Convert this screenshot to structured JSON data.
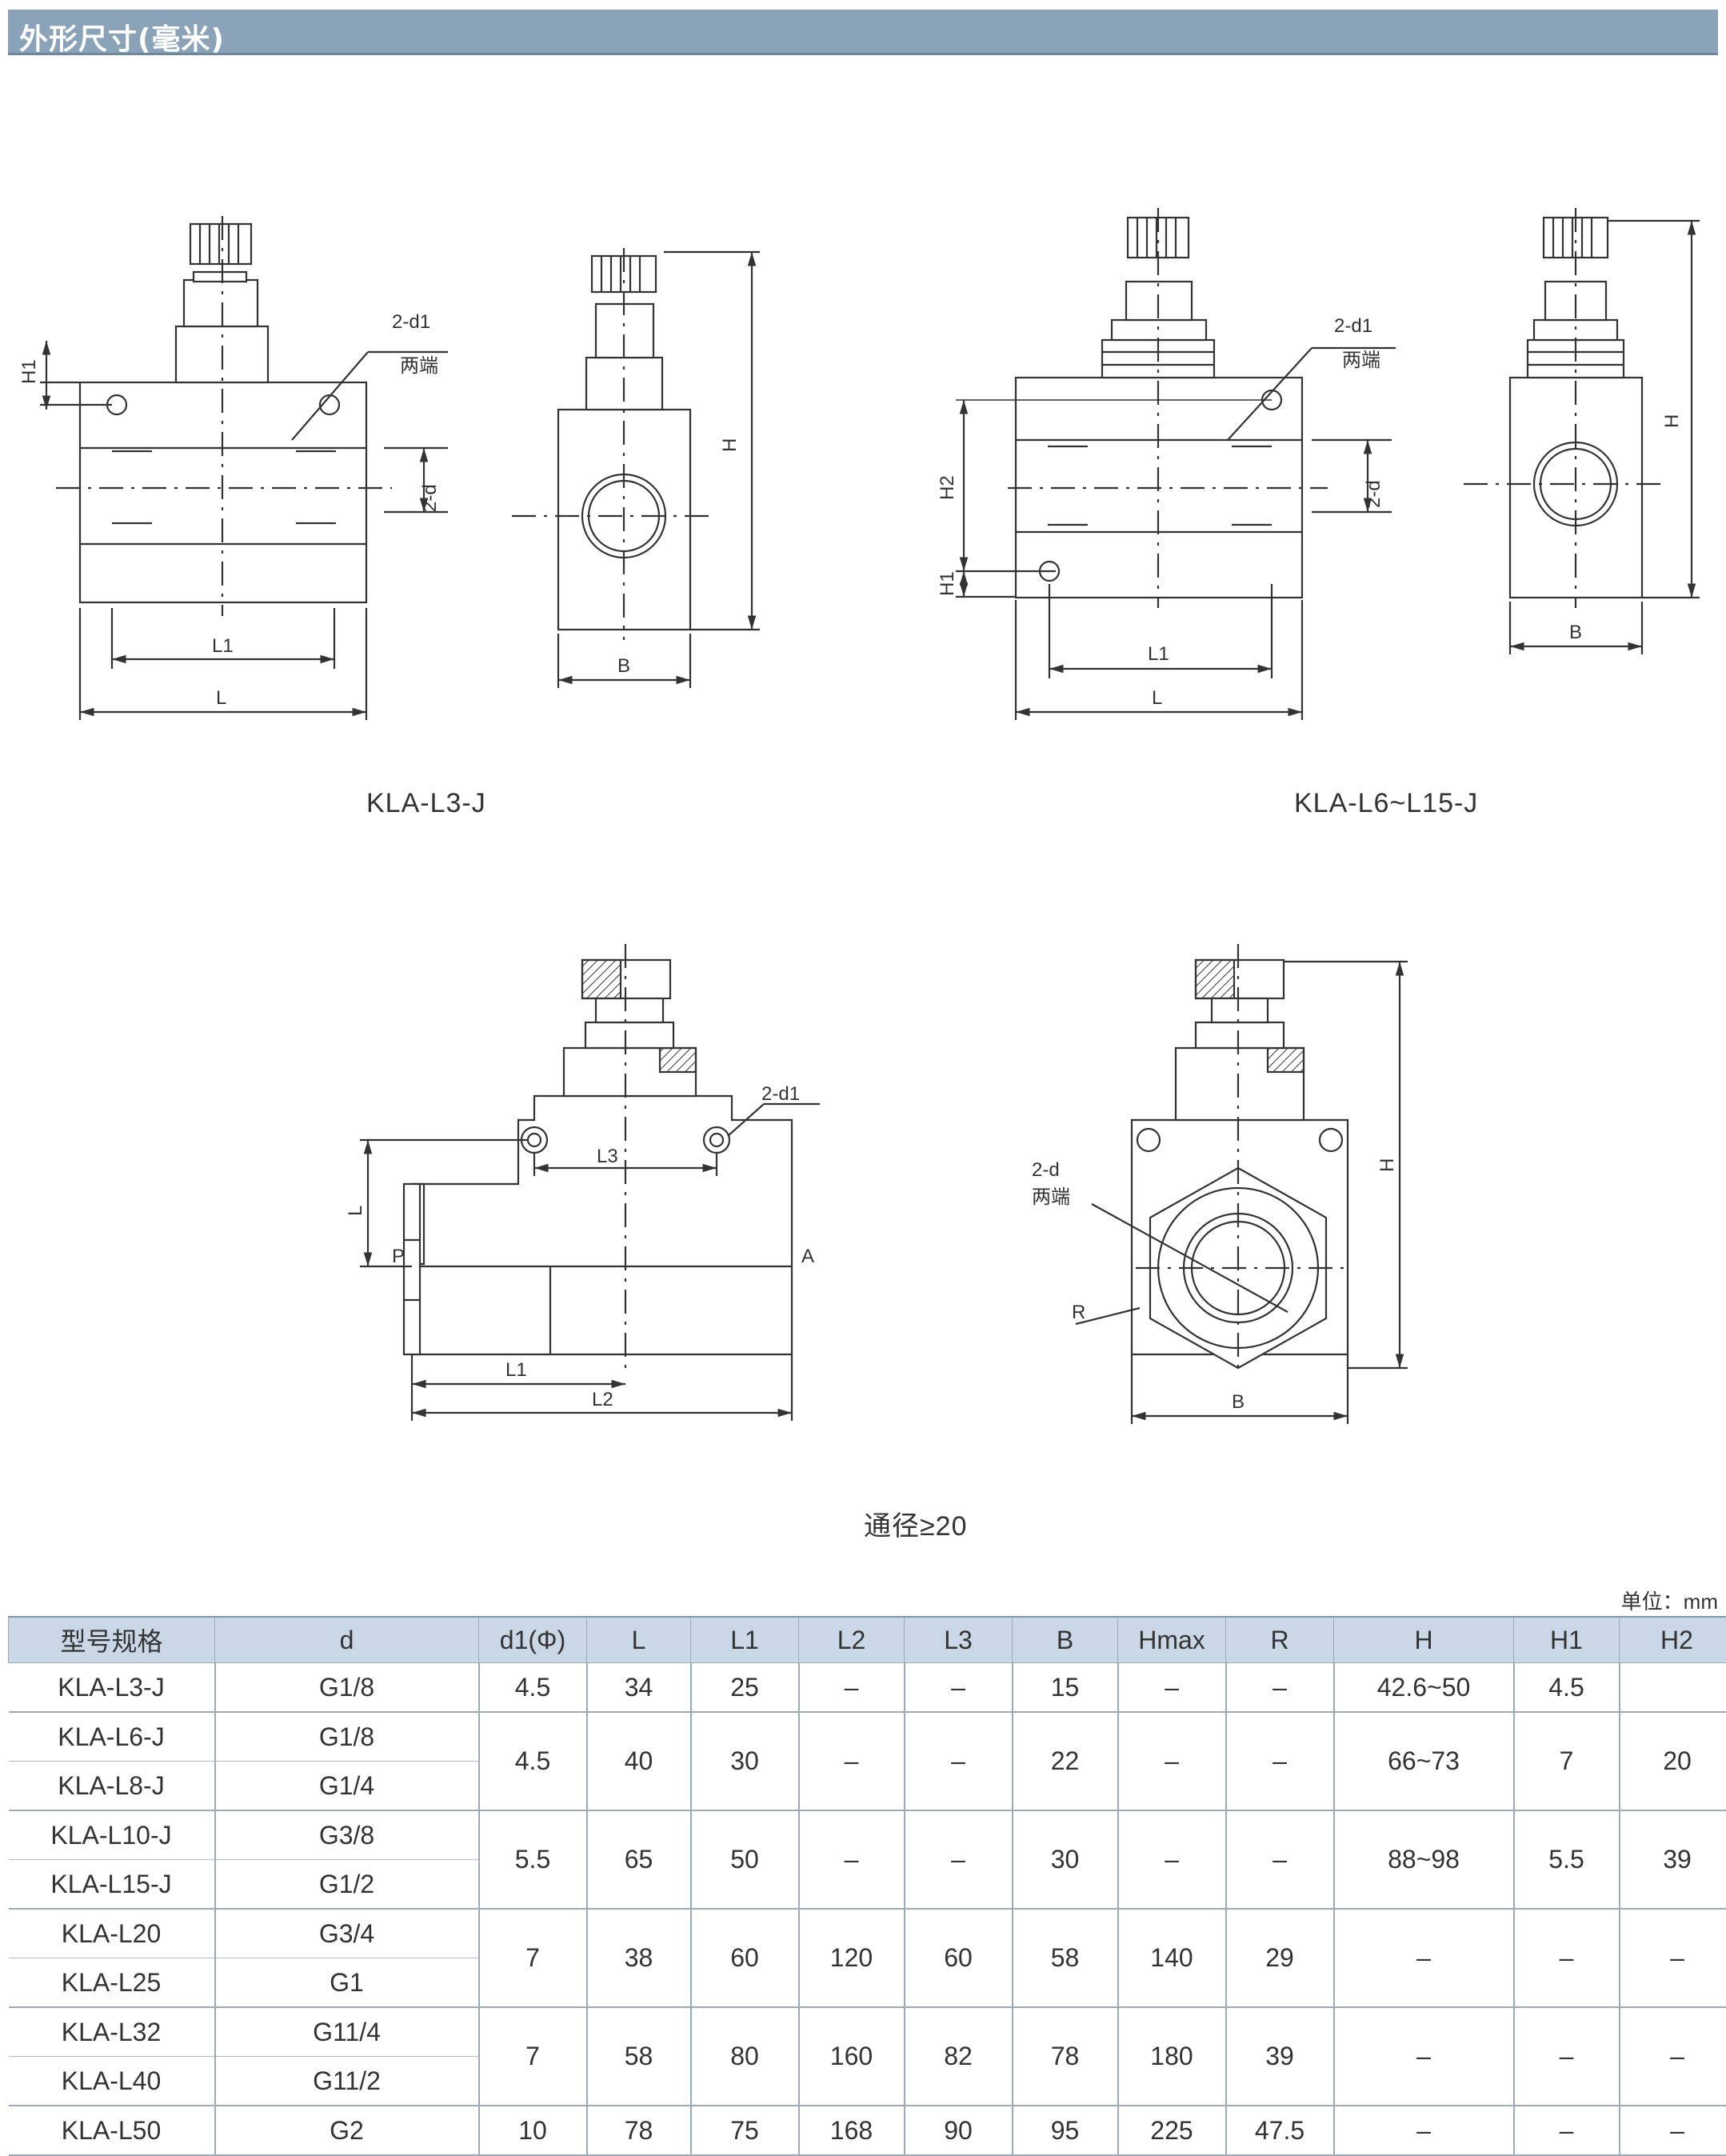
{
  "header": {
    "title": "外形尺寸(毫米)"
  },
  "captions": {
    "fig1": "KLA-L3-J",
    "fig2": "KLA-L6~L15-J",
    "fig3": "通径≥20"
  },
  "drawing_labels": {
    "H1": "H1",
    "H2": "H2",
    "H": "H",
    "L": "L",
    "L1": "L1",
    "L2": "L2",
    "L3": "L3",
    "B": "B",
    "R": "R",
    "P": "P",
    "A": "A",
    "d1": "2-d1",
    "d": "2-d",
    "both_ends": "两端"
  },
  "unit_label": "单位：mm",
  "table": {
    "headers": [
      "型号规格",
      "d",
      "d1(Φ)",
      "L",
      "L1",
      "L2",
      "L3",
      "B",
      "Hmax",
      "R",
      "H",
      "H1",
      "H2"
    ],
    "rows": [
      [
        "KLA-L3-J",
        "G1/8",
        "4.5",
        "34",
        "25",
        "–",
        "–",
        "15",
        "–",
        "–",
        "42.6~50",
        "4.5",
        ""
      ],
      [
        "KLA-L6-J",
        "G1/8",
        "4.5",
        "40",
        "30",
        "–",
        "–",
        "22",
        "–",
        "–",
        "66~73",
        "7",
        "20"
      ],
      [
        "KLA-L8-J",
        "G1/4"
      ],
      [
        "KLA-L10-J",
        "G3/8",
        "5.5",
        "65",
        "50",
        "–",
        "–",
        "30",
        "–",
        "–",
        "88~98",
        "5.5",
        "39"
      ],
      [
        "KLA-L15-J",
        "G1/2"
      ],
      [
        "KLA-L20",
        "G3/4",
        "7",
        "38",
        "60",
        "120",
        "60",
        "58",
        "140",
        "29",
        "–",
        "–",
        "–"
      ],
      [
        "KLA-L25",
        "G1"
      ],
      [
        "KLA-L32",
        "G11/4",
        "7",
        "58",
        "80",
        "160",
        "82",
        "78",
        "180",
        "39",
        "–",
        "–",
        "–"
      ],
      [
        "KLA-L40",
        "G11/2"
      ],
      [
        "KLA-L50",
        "G2",
        "10",
        "78",
        "75",
        "168",
        "90",
        "95",
        "225",
        "47.5",
        "–",
        "–",
        "–"
      ]
    ]
  }
}
